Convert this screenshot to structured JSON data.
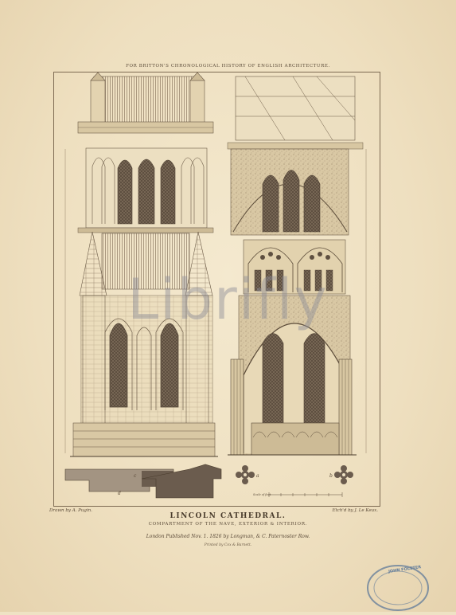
{
  "header": {
    "series_caption": "FOR BRITTON'S CHRONOLOGICAL HISTORY OF ENGLISH ARCHITECTURE."
  },
  "credits": {
    "drawn_by": "Drawn by A. Pugin.",
    "etched_by": "Etch'd by J. Le Keux."
  },
  "plate": {
    "title": "LINCOLN CATHEDRAL.",
    "subtitle": "COMPARTMENT OF THE NAVE, EXTERIOR & INTERIOR.",
    "published": "London Published Nov. 1. 1826 by Longman, & C. Paternoster Row.",
    "printed": "Printed by Cox & Barnett.",
    "plan_labels": [
      "d",
      "c",
      "a",
      "b"
    ],
    "scale_label": "Scale of feet"
  },
  "watermark": {
    "text": "Librifly"
  },
  "stamp": {
    "text": "JOHN FOLSTER"
  },
  "colors": {
    "paper": "#efe2c4",
    "ink": "#4a3c2c",
    "plan_fill": "#6b5c4e",
    "stamp_blue": "#5f7a9a"
  }
}
